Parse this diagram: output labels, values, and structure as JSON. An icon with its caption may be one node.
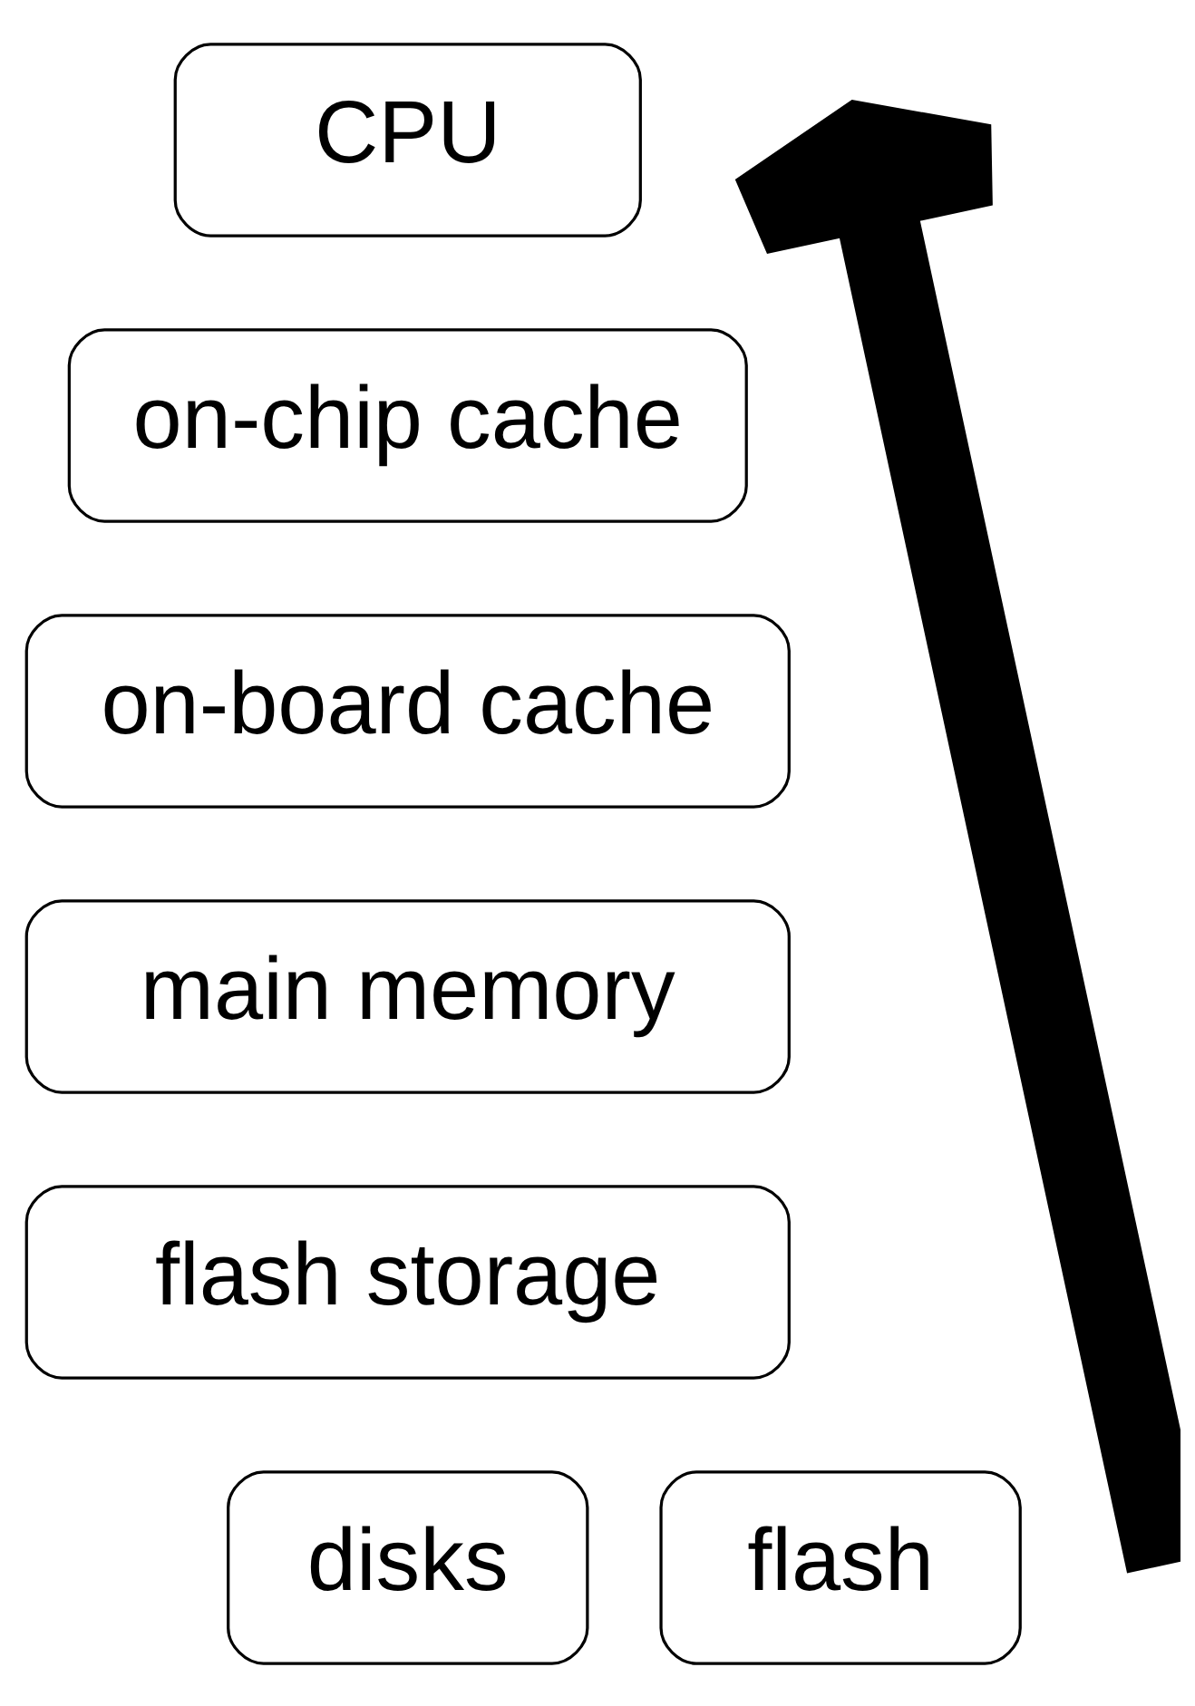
{
  "diagram": {
    "nodes": [
      {
        "text": [
          "CPU"
        ]
      },
      {
        "text": [
          "on-chip cache"
        ]
      },
      {
        "text": [
          "on-board cache"
        ]
      },
      {
        "text": [
          "main memory"
        ]
      },
      {
        "text": [
          "flash storage"
        ]
      },
      {
        "text": [
          "disks"
        ]
      },
      {
        "text": [
          "flash"
        ]
      }
    ]
  }
}
